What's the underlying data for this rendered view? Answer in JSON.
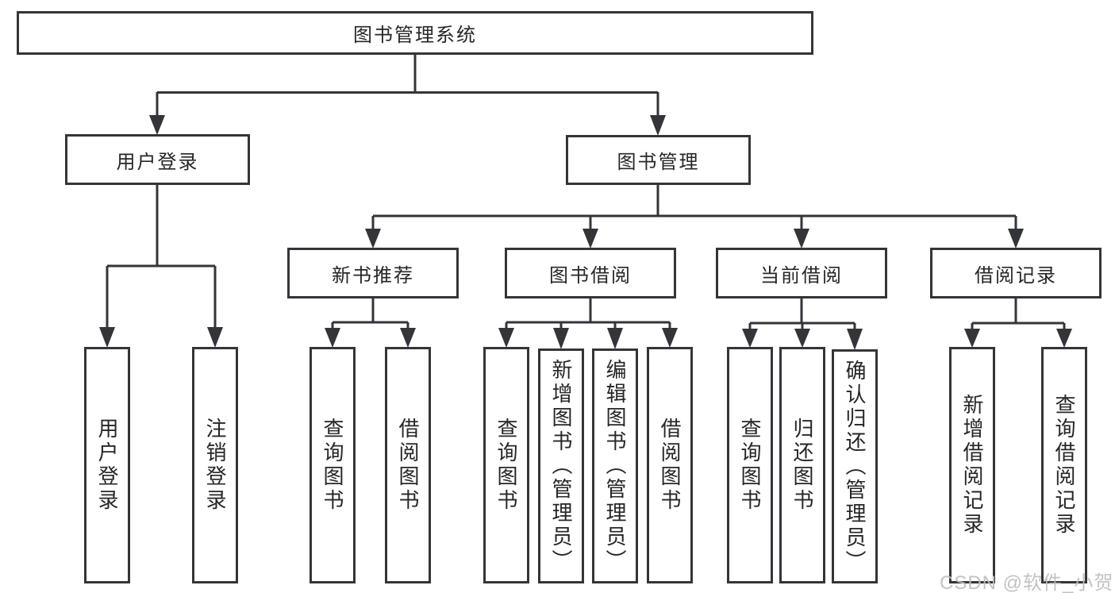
{
  "diagram": {
    "type": "hierarchy",
    "title": "图书管理系统",
    "hierarchy": {
      "label": "图书管理系统",
      "children": [
        {
          "label": "用户登录",
          "children": [
            {
              "label": "用户登录"
            },
            {
              "label": "注销登录"
            }
          ]
        },
        {
          "label": "图书管理",
          "children": [
            {
              "label": "新书推荐",
              "children": [
                {
                  "label": "查询图书"
                },
                {
                  "label": "借阅图书"
                }
              ]
            },
            {
              "label": "图书借阅",
              "children": [
                {
                  "label": "查询图书"
                },
                {
                  "label": "新增图书（管理员）"
                },
                {
                  "label": "编辑图书（管理员）"
                },
                {
                  "label": "借阅图书"
                }
              ]
            },
            {
              "label": "当前借阅",
              "children": [
                {
                  "label": "查询图书"
                },
                {
                  "label": "归还图书"
                },
                {
                  "label": "确认归还（管理员）"
                }
              ]
            },
            {
              "label": "借阅记录",
              "children": [
                {
                  "label": "新增借阅记录"
                },
                {
                  "label": "查询借阅记录"
                }
              ]
            }
          ]
        }
      ]
    }
  },
  "nodes": {
    "root": {
      "label": "图书管理系统"
    },
    "user_login": {
      "label": "用户登录"
    },
    "book_management": {
      "label": "图书管理"
    },
    "new_book_recommend": {
      "label": "新书推荐"
    },
    "book_borrowing": {
      "label": "图书借阅"
    },
    "current_borrowing": {
      "label": "当前借阅"
    },
    "borrowing_records": {
      "label": "借阅记录"
    },
    "leaf_user_login": {
      "label": "用户登录"
    },
    "leaf_logout": {
      "label": "注销登录"
    },
    "rec_query_books": {
      "label": "查询图书"
    },
    "rec_borrow_books": {
      "label": "借阅图书"
    },
    "bb_query_books": {
      "label": "查询图书"
    },
    "bb_add_books": {
      "label": "新增图书（管理员）"
    },
    "bb_edit_books": {
      "label": "编辑图书（管理员）"
    },
    "bb_borrow_books": {
      "label": "借阅图书"
    },
    "cb_query_books": {
      "label": "查询图书"
    },
    "cb_return_books": {
      "label": "归还图书"
    },
    "cb_confirm_return": {
      "label": "确认归还（管理员）"
    },
    "br_add_record": {
      "label": "新增借阅记录"
    },
    "br_query_record": {
      "label": "查询借阅记录"
    }
  },
  "watermark": {
    "text": "CSDN @软件_小贺同学",
    "color": "#bdbdbd"
  },
  "colors": {
    "background": "#ffffff",
    "box_border": "#333538",
    "connector_line": "#333538",
    "text": "#262626",
    "watermark": "#bdbdbd"
  }
}
